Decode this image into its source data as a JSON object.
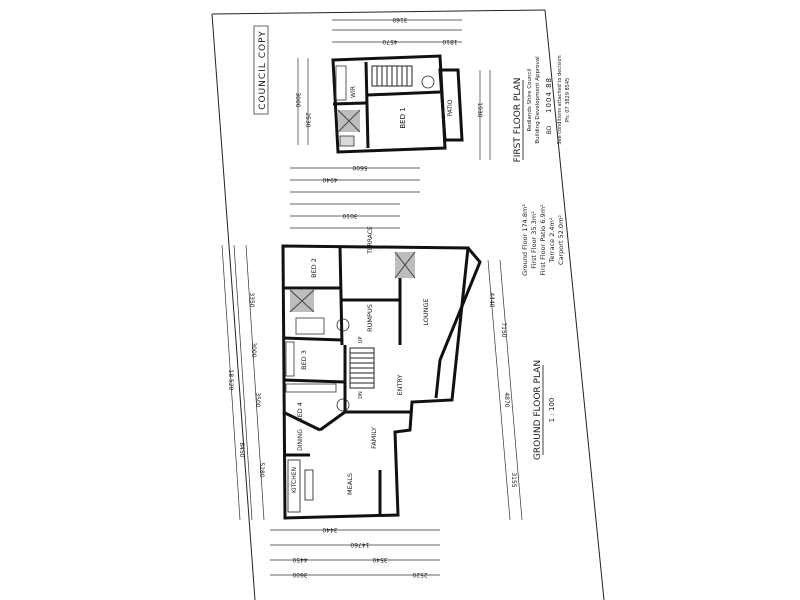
{
  "stamp": {
    "text": "COUNCIL COPY"
  },
  "titles": {
    "first_floor": "FIRST FLOOR PLAN",
    "ground_floor": "GROUND FLOOR PLAN",
    "scale": "1 : 100"
  },
  "council": {
    "line1": "Redlands Shire Council",
    "line2": "Building Development Approval",
    "bd_label": "BD",
    "bd_number": "1004 88",
    "line3": "See conditions attached to decision",
    "line4": "Ph: 07 3829 8545"
  },
  "areas": [
    {
      "label": "Ground Floor",
      "value": "174.8m²"
    },
    {
      "label": "First Floor",
      "value": "35.3m²"
    },
    {
      "label": "First Floor Patio",
      "value": "6.9m²"
    },
    {
      "label": "Terrace",
      "value": "2.4m²"
    },
    {
      "label": "Carport",
      "value": "52.0m²"
    }
  ],
  "rooms": {
    "bed1": "BED 1",
    "wir": "WIR",
    "patio": "PATIO",
    "bed2": "BED 2",
    "bed3": "BED 3",
    "bed4": "BED 4",
    "rumpus": "RUMPUS",
    "lounge": "LOUNGE",
    "entry": "ENTRY",
    "family": "FAMILY",
    "meals": "MEALS",
    "dining": "DINING",
    "kitchen": "KITCHEN",
    "terrace": "TERRACE"
  },
  "dims": {
    "top_overall": "3160",
    "top_a": "4570",
    "top_b": "1810",
    "side_a": "3000",
    "side_b": "2530",
    "side_c": "1930",
    "mid_overall": "5600",
    "mid_a": "4940",
    "mid_b": "3010",
    "left_overall": "18 520",
    "left_a": "3350",
    "left_b": "3000",
    "left_c": "3500",
    "left_d": "8450",
    "left_e": "5280",
    "right_a": "4440",
    "right_b": "7150",
    "right_c": "4870",
    "right_d": "3155",
    "bot_overall": "14760",
    "bot_a": "3440",
    "bot_b": "4450",
    "bot_c": "3540",
    "bot_d": "2520",
    "bot_e": "3600"
  },
  "markers": {
    "up": "UP",
    "dn": "DN"
  }
}
